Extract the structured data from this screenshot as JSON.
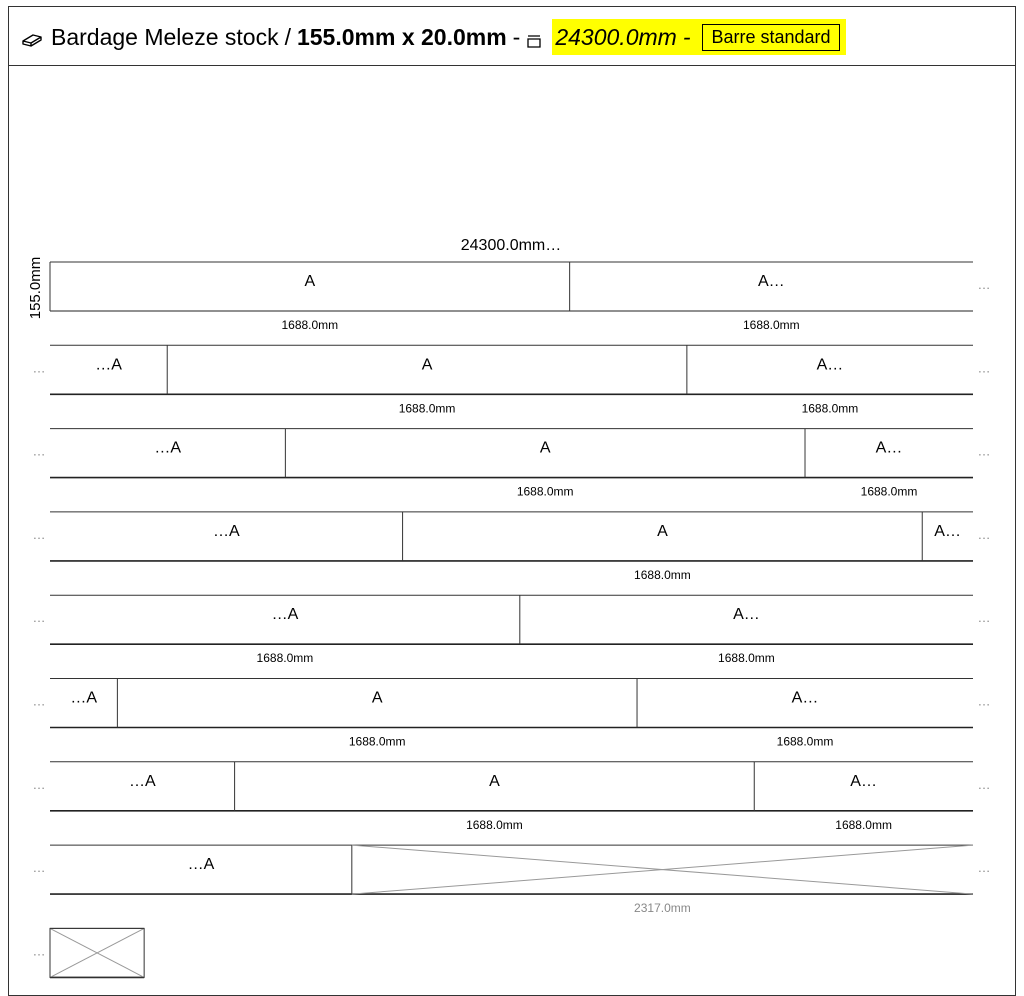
{
  "header": {
    "icon": "board-icon",
    "material": "Bardage Meleze stock",
    "separator": "/",
    "dimensions": "155.0mm x 20.0mm",
    "dash1": "-",
    "length_icon": "length-icon",
    "length": "24300.0mm",
    "dash2": "-",
    "bar_type": "Barre standard"
  },
  "diagram": {
    "total_length_label": "24300.0mm…",
    "width_label": "155.0mm",
    "ellipsis": "…",
    "rows": [
      {
        "segments": [
          {
            "label": "A",
            "dim": "1688.0mm",
            "start": 0,
            "end": 0.563
          },
          {
            "label": "A…",
            "dim": "1688.0mm",
            "start": 0.563,
            "end": 1.0
          }
        ],
        "left_ellipsis": false,
        "right_ellipsis": true
      },
      {
        "segments": [
          {
            "label": "…A",
            "dim": "",
            "start": 0,
            "end": 0.127
          },
          {
            "label": "A",
            "dim": "1688.0mm",
            "start": 0.127,
            "end": 0.69
          },
          {
            "label": "A…",
            "dim": "1688.0mm",
            "start": 0.69,
            "end": 1.0
          }
        ],
        "left_ellipsis": true,
        "right_ellipsis": true
      },
      {
        "segments": [
          {
            "label": "…A",
            "dim": "",
            "start": 0,
            "end": 0.255
          },
          {
            "label": "A",
            "dim": "1688.0mm",
            "start": 0.255,
            "end": 0.818
          },
          {
            "label": "A…",
            "dim": "1688.0mm",
            "start": 0.818,
            "end": 1.0
          }
        ],
        "left_ellipsis": true,
        "right_ellipsis": true
      },
      {
        "segments": [
          {
            "label": "…A",
            "dim": "",
            "start": 0,
            "end": 0.382
          },
          {
            "label": "A",
            "dim": "1688.0mm",
            "start": 0.382,
            "end": 0.945
          },
          {
            "label": "A…",
            "dim": "",
            "start": 0.945,
            "end": 1.0
          }
        ],
        "left_ellipsis": true,
        "right_ellipsis": true
      },
      {
        "segments": [
          {
            "label": "…A",
            "dim": "1688.0mm",
            "start": 0,
            "end": 0.509
          },
          {
            "label": "A…",
            "dim": "1688.0mm",
            "start": 0.509,
            "end": 1.0
          }
        ],
        "left_ellipsis": true,
        "right_ellipsis": true
      },
      {
        "segments": [
          {
            "label": "…A",
            "dim": "",
            "start": 0,
            "end": 0.073
          },
          {
            "label": "A",
            "dim": "1688.0mm",
            "start": 0.073,
            "end": 0.636
          },
          {
            "label": "A…",
            "dim": "1688.0mm",
            "start": 0.636,
            "end": 1.0
          }
        ],
        "left_ellipsis": true,
        "right_ellipsis": true
      },
      {
        "segments": [
          {
            "label": "…A",
            "dim": "",
            "start": 0,
            "end": 0.2
          },
          {
            "label": "A",
            "dim": "1688.0mm",
            "start": 0.2,
            "end": 0.763
          },
          {
            "label": "A…",
            "dim": "1688.0mm",
            "start": 0.763,
            "end": 1.0
          }
        ],
        "left_ellipsis": true,
        "right_ellipsis": true
      },
      {
        "segments": [
          {
            "label": "…A",
            "dim": "",
            "start": 0,
            "end": 0.327
          },
          {
            "label": "",
            "dim": "2317.0mm",
            "start": 0.327,
            "end": 1.0,
            "waste": true
          }
        ],
        "left_ellipsis": true,
        "right_ellipsis": true
      },
      {
        "segments": [
          {
            "label": "",
            "dim": "",
            "start": 0,
            "end": 0.102,
            "waste": true
          }
        ],
        "left_ellipsis": true,
        "right_ellipsis": false
      }
    ]
  }
}
